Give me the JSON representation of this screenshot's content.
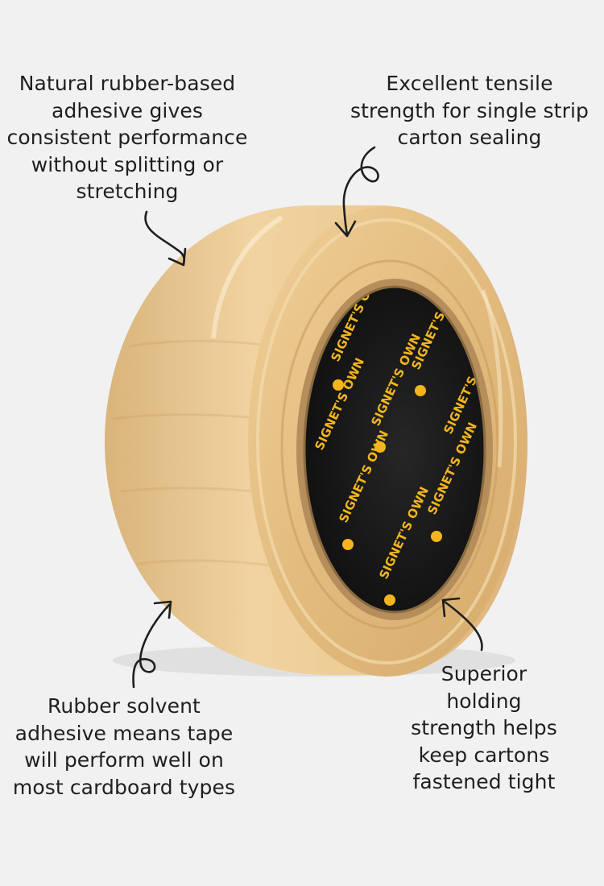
{
  "callouts": {
    "top_left": "Natural rubber-based\nadhesive gives\nconsistent performance\nwithout splitting or\nstretching",
    "top_right": "Excellent tensile\nstrength for single strip\ncarton sealing",
    "bottom_left": "Rubber solvent\nadhesive means tape\nwill perform well on\nmost cardboard types",
    "bottom_right": "Superior\nholding\nstrength helps\nkeep cartons\nfastened tight"
  },
  "core_branding": "SIGNET'S OWN",
  "colors": {
    "background": "#f1f1f1",
    "tape": "#e8c68f",
    "core": "#1a1a1a",
    "logo": "#f2b51c",
    "text": "#1f1f1f"
  },
  "icons": [
    "curly-arrow-icon"
  ]
}
